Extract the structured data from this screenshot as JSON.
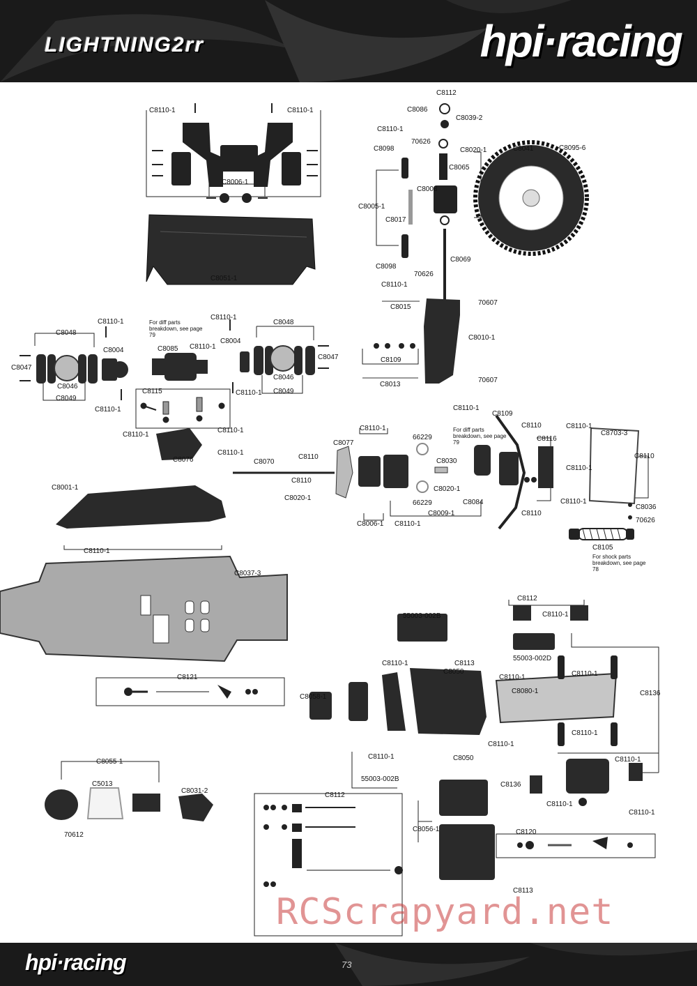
{
  "header": {
    "title": "LIGHTNING2rr",
    "logo": "hpi·racing",
    "colors": {
      "bar": "#1a1a1a",
      "flame": "#3a3a3a"
    }
  },
  "footer": {
    "logo": "hpi·racing",
    "page_number": "73"
  },
  "watermark": "RCScrapyard.net",
  "labels": {
    "l1": "C8110-1",
    "l2": "C8110-1",
    "l3": "C8006-1",
    "l4": "C8051-1",
    "l5": "C8112",
    "l6": "C8086",
    "l7": "C8039-2",
    "l8": "C8110-1",
    "l9": "70626",
    "l10": "C8098",
    "l11": "C8020-1",
    "l12": "C8041",
    "l13": "C8095-6",
    "l14": "C8065",
    "l15": "C8008",
    "l16": "C8005-1",
    "l17": "C8017",
    "l18": "C8069",
    "l19": "C8098",
    "l20": "70626",
    "l21": "C8110-1",
    "l22": "C8015",
    "l23": "70607",
    "l24": "C8010-1",
    "l25": "C8109",
    "l26": "70607",
    "l27": "C8013",
    "l28": "C8110-1",
    "l29": "C8048",
    "l30": "C8004",
    "l31": "C8085",
    "l32": "C8110-1",
    "l33": "C8110-1",
    "l34": "C8004",
    "l35": "C8048",
    "l36": "C8047",
    "l37": "C8046",
    "l38": "C8049",
    "l39": "C8110-1",
    "l40": "C8115",
    "l41": "C8046",
    "l42": "C8049",
    "l43": "C8110-1",
    "l44": "C8047",
    "l45": "C8110-1",
    "l46": "C8110-1",
    "l47": "C8076",
    "l48": "C8110-1",
    "l49": "C8110-1",
    "l50": "C8109",
    "l51": "C8110-1",
    "l52": "C8077",
    "l53": "66229",
    "l54": "C8110",
    "l55": "C8110-1",
    "l56": "C8703-3",
    "l57": "C8116",
    "l58": "C8110",
    "l59": "C8030",
    "l60": "C8070",
    "l61": "C8110",
    "l62": "C8110",
    "l63": "C8020-1",
    "l64": "C8020-1",
    "l65": "C8110-1",
    "l66": "C8110-1",
    "l67": "C8084",
    "l68": "66229",
    "l69": "C8009-1",
    "l70": "C8006-1",
    "l71": "C8110-1",
    "l72": "C8110",
    "l73": "C8036",
    "l74": "70626",
    "l75": "C8105",
    "l76": "C8001-1",
    "l77": "C8110-1",
    "l78": "C8037-3",
    "l79": "C8121",
    "l80": "C8112",
    "l81": "C8110-1",
    "l82": "55003-002B",
    "l83": "55003-002D",
    "l84": "C8110-1",
    "l85": "C8113",
    "l86": "C8050",
    "l87": "C8110-1",
    "l88": "C8110-1",
    "l89": "C8058-1",
    "l90": "C8080-1",
    "l91": "C8136",
    "l92": "C8110-1",
    "l93": "C8110-1",
    "l94": "C8110-1",
    "l95": "C8050",
    "l96": "C8110-1",
    "l97": "55003-002B",
    "l98": "C8136",
    "l99": "C8110-1",
    "l100": "C8110-1",
    "l101": "C8055-1",
    "l102": "C5013",
    "l103": "C8031-2",
    "l104": "70612",
    "l105": "C8112",
    "l106": "C8056-1",
    "l107": "C8120",
    "l108": "C8113"
  },
  "notes": {
    "n1": "For diff parts breakdown, see page 79",
    "n2": "For diff parts breakdown, see page 79",
    "n3": "For shock parts breakdown, see page 78"
  }
}
